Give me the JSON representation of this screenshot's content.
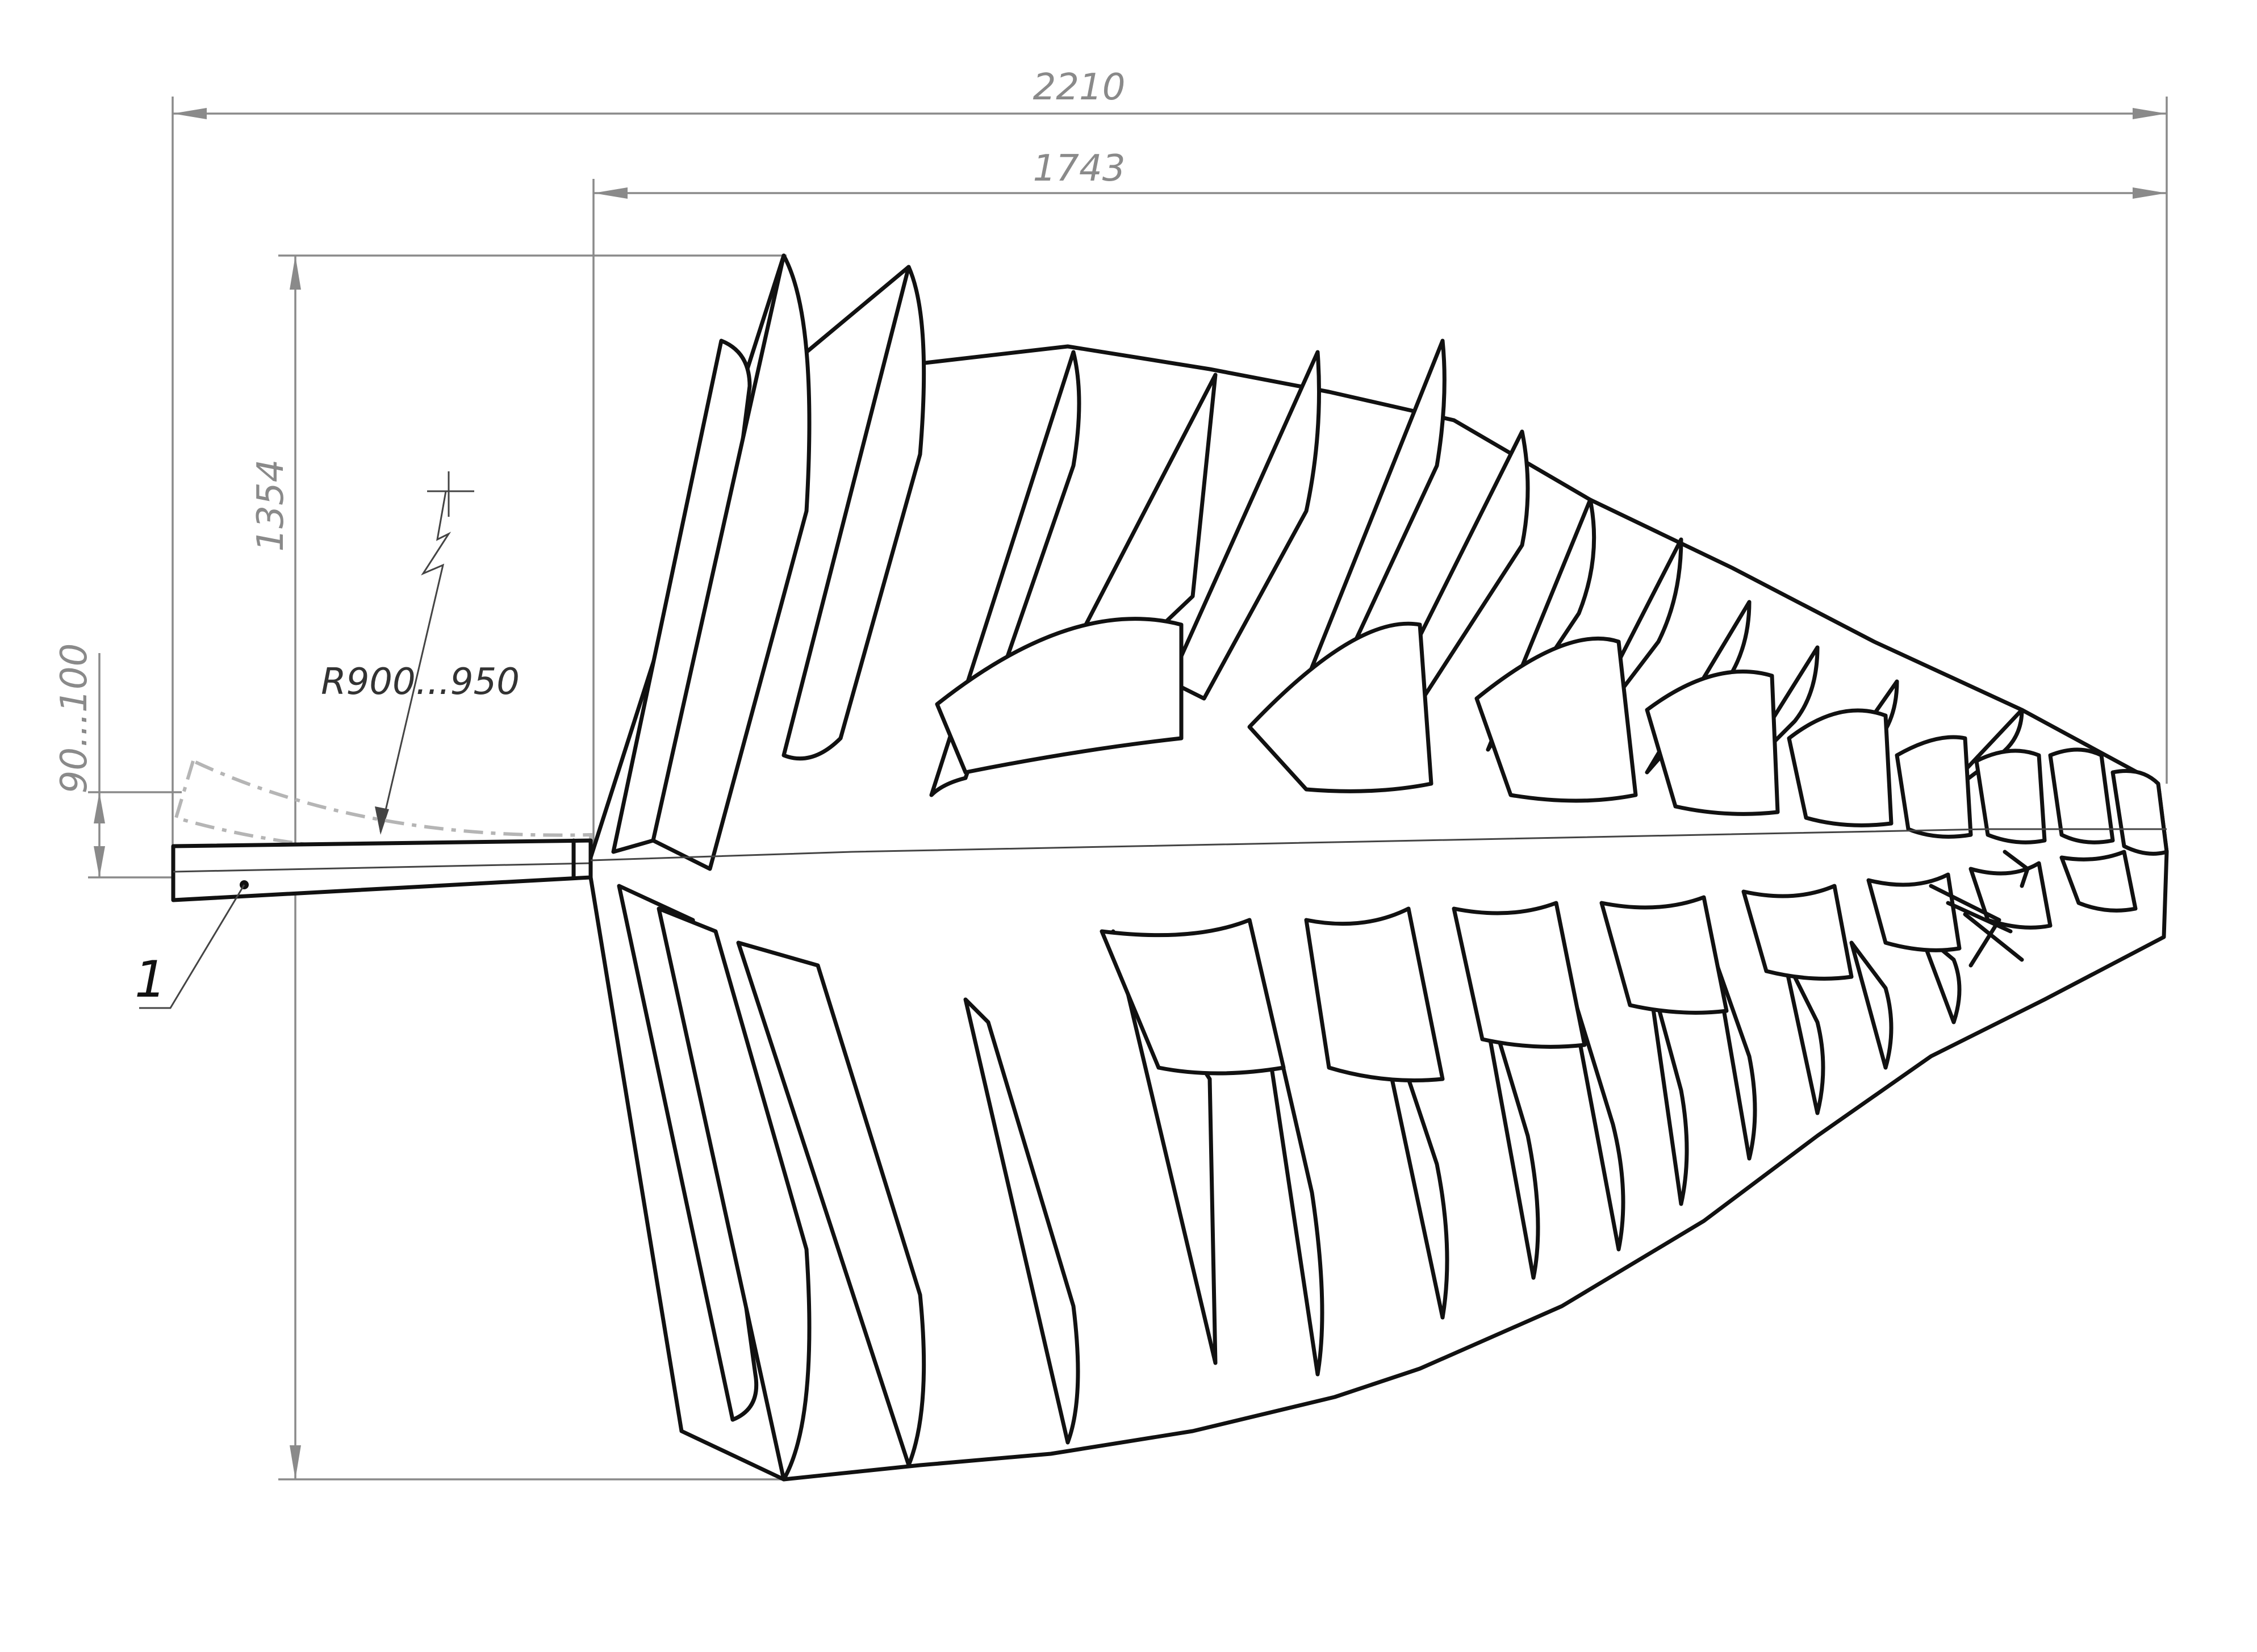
{
  "dimensions": {
    "overall_length": "2210",
    "tree_length": "1743",
    "tree_height": "1354",
    "bend_offset": "90...100",
    "bend_radius": "R900...950"
  },
  "callouts": {
    "part_number": "1"
  },
  "colors": {
    "line": "#111111",
    "dimension": "#8a8a8a",
    "ghost": "#b5b5b5"
  }
}
